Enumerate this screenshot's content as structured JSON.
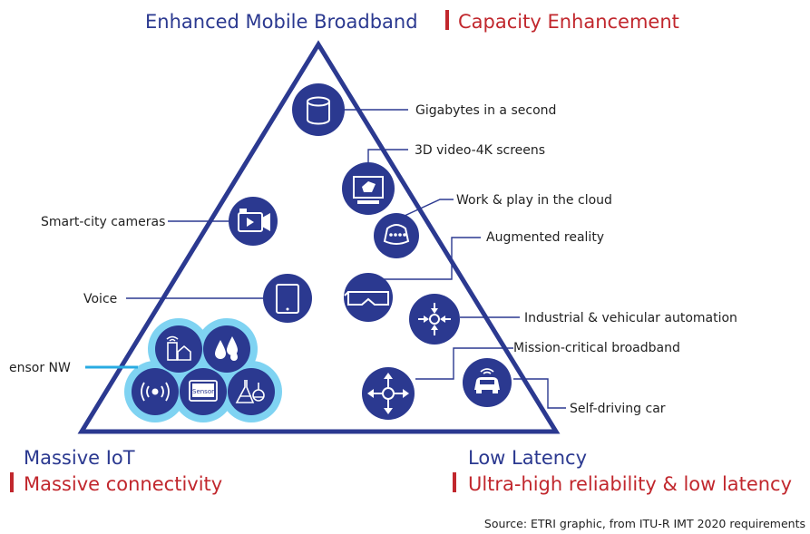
{
  "colors": {
    "navy": "#2b3990",
    "red": "#c1272d",
    "cyan": "#29abe2",
    "cyan_light": "#7fd3f2",
    "text": "#222222"
  },
  "header": {
    "left": "Enhanced Mobile Broadband",
    "right": "Capacity Enhancement"
  },
  "corners": {
    "bottom_left": {
      "title": "Massive IoT",
      "subtitle": "Massive connectivity"
    },
    "bottom_right": {
      "title": "Low Latency",
      "subtitle": "Ultra-high reliability & low latency"
    }
  },
  "labels": {
    "gigabytes": "Gigabytes in a second",
    "video": "3D video-4K screens",
    "cloud": "Work & play in the cloud",
    "ar": "Augmented reality",
    "smart_city": "Smart-city cameras",
    "voice": "Voice",
    "industrial": "Industrial & vehicular automation",
    "mission": "Mission-critical broadband",
    "car": "Self-driving car",
    "sensor": "ensor NW"
  },
  "sensor_cluster": {
    "tablet_text": "Sensor"
  },
  "icons": [
    "database-icon",
    "monitor-3d-icon",
    "gamepad-icon",
    "vr-goggles-icon",
    "video-camera-icon",
    "tablet-icon",
    "automation-arrows-icon",
    "move-arrows-icon",
    "car-icon",
    "smart-home-icon",
    "drops-icon",
    "wireless-sensor-icon",
    "sensor-tablet-icon",
    "lab-flask-icon"
  ],
  "source": "Source: ETRI graphic, from ITU-R IMT 2020 requirements"
}
